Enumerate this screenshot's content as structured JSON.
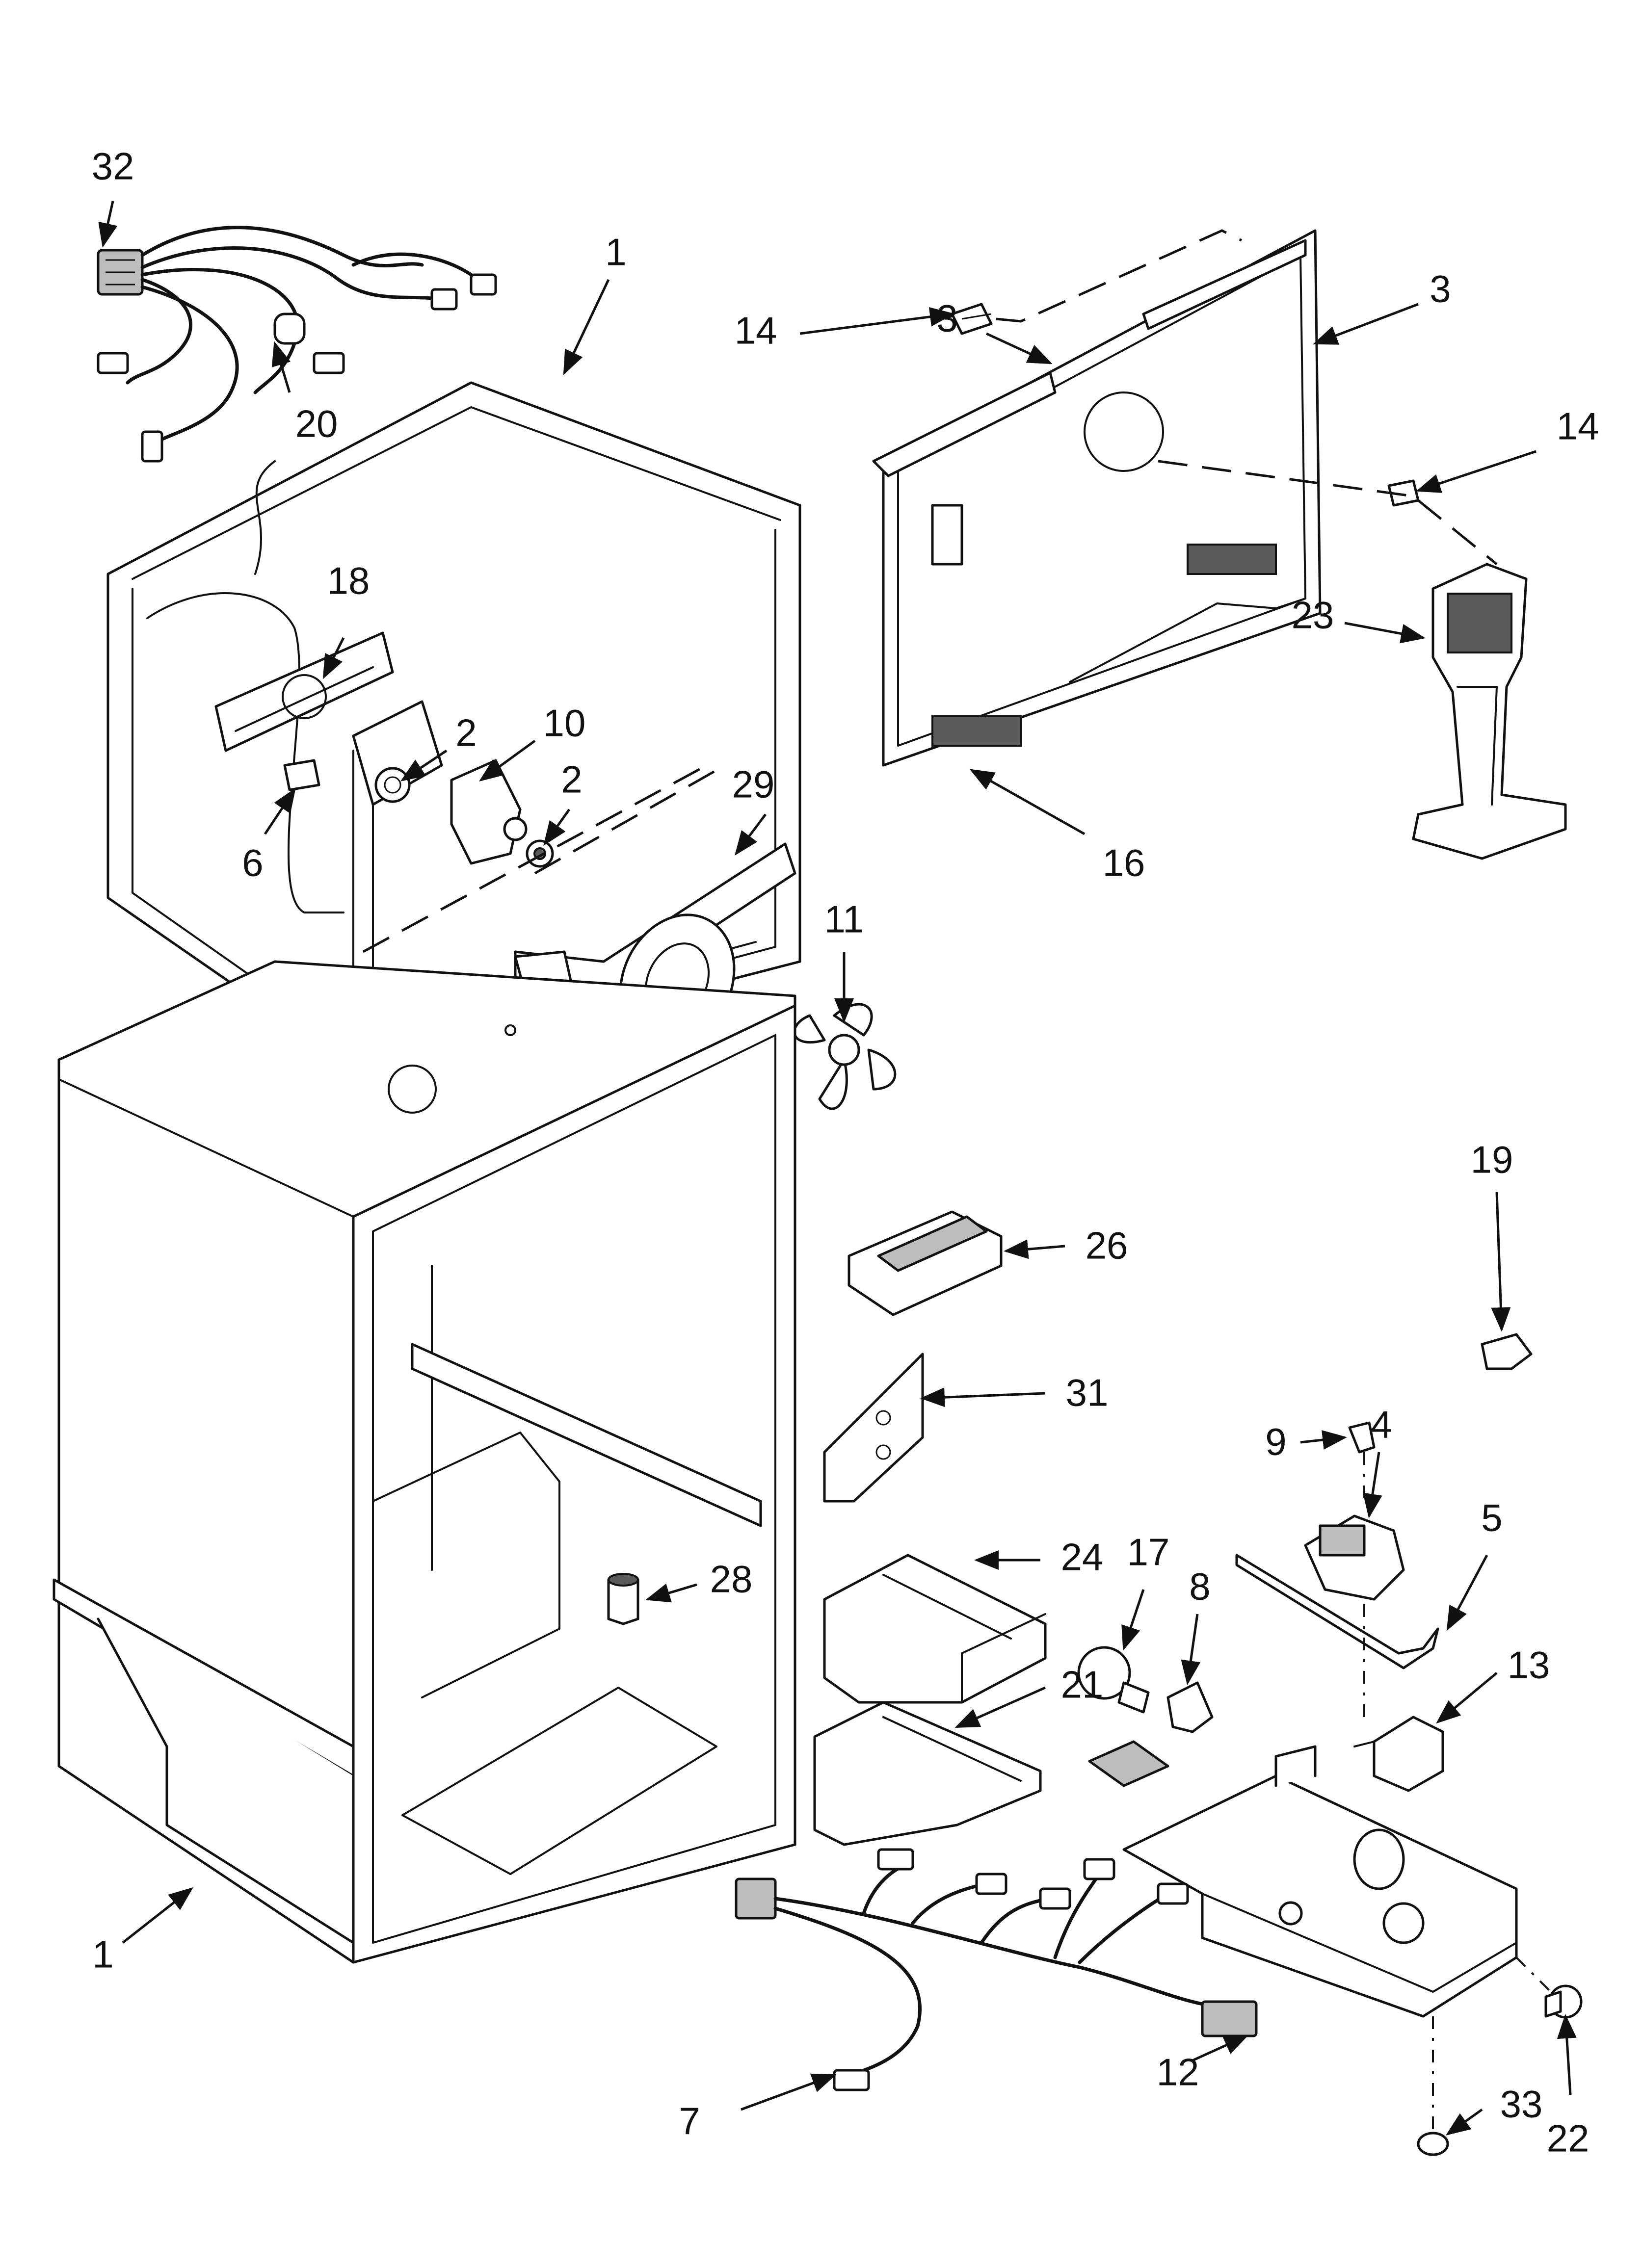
{
  "diagram": {
    "type": "exploded parts diagram",
    "callouts": [
      {
        "id": "c-32",
        "label": "32"
      },
      {
        "id": "c-20",
        "label": "20"
      },
      {
        "id": "c-1-top",
        "label": "1"
      },
      {
        "id": "c-14-left",
        "label": "14"
      },
      {
        "id": "c-3-left",
        "label": "3"
      },
      {
        "id": "c-3-right",
        "label": "3"
      },
      {
        "id": "c-14-right",
        "label": "14"
      },
      {
        "id": "c-23",
        "label": "23"
      },
      {
        "id": "c-18",
        "label": "18"
      },
      {
        "id": "c-2-upper",
        "label": "2"
      },
      {
        "id": "c-10",
        "label": "10"
      },
      {
        "id": "c-2-lower",
        "label": "2"
      },
      {
        "id": "c-6",
        "label": "6"
      },
      {
        "id": "c-29",
        "label": "29"
      },
      {
        "id": "c-16",
        "label": "16"
      },
      {
        "id": "c-11",
        "label": "11"
      },
      {
        "id": "c-19",
        "label": "19"
      },
      {
        "id": "c-26",
        "label": "26"
      },
      {
        "id": "c-31",
        "label": "31"
      },
      {
        "id": "c-9",
        "label": "9"
      },
      {
        "id": "c-4",
        "label": "4"
      },
      {
        "id": "c-5",
        "label": "5"
      },
      {
        "id": "c-24",
        "label": "24"
      },
      {
        "id": "c-17",
        "label": "17"
      },
      {
        "id": "c-8",
        "label": "8"
      },
      {
        "id": "c-28",
        "label": "28"
      },
      {
        "id": "c-13",
        "label": "13"
      },
      {
        "id": "c-21",
        "label": "21"
      },
      {
        "id": "c-1-bottom",
        "label": "1"
      },
      {
        "id": "c-7",
        "label": "7"
      },
      {
        "id": "c-12",
        "label": "12"
      },
      {
        "id": "c-33",
        "label": "33"
      },
      {
        "id": "c-22",
        "label": "22"
      }
    ]
  }
}
